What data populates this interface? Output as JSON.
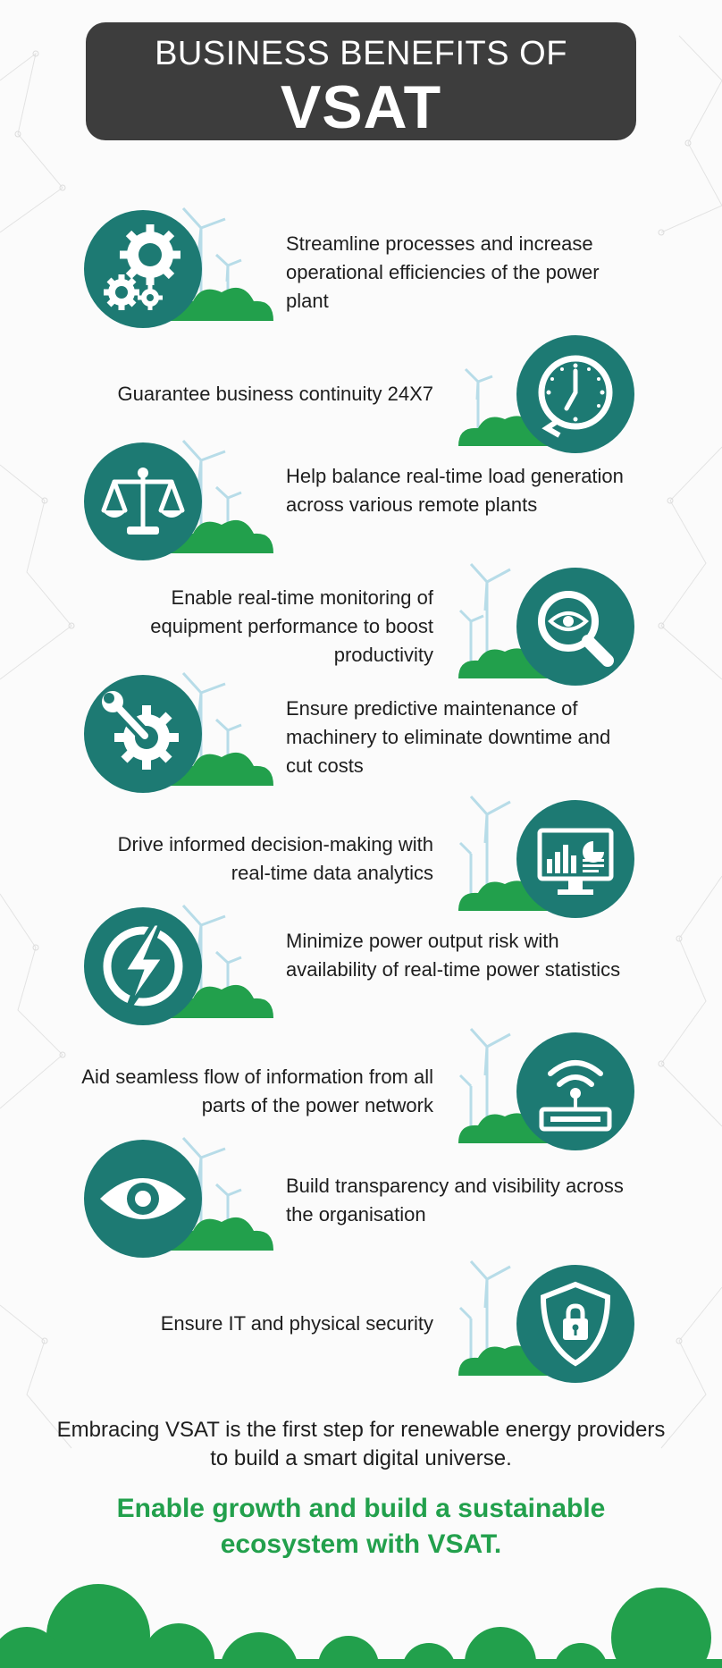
{
  "header": {
    "line1": "BUSINESS BENEFITS OF",
    "line2": "VSAT"
  },
  "colors": {
    "teal": "#1d7a73",
    "green": "#22a04c",
    "dark": "#3d3d3d",
    "turbine": "#b7dce8"
  },
  "benefits": [
    {
      "text": "Streamline processes and increase operational efficiencies of the power plant",
      "icon": "gears-icon",
      "side": "left"
    },
    {
      "text": "Guarantee business continuity 24X7",
      "icon": "clock-icon",
      "side": "right"
    },
    {
      "text": "Help balance real-time load generation across various remote plants",
      "icon": "balance-scale-icon",
      "side": "left"
    },
    {
      "text": "Enable real-time monitoring of equipment performance to boost productivity",
      "icon": "magnifier-eye-icon",
      "side": "right"
    },
    {
      "text": "Ensure predictive maintenance of machinery to eliminate downtime and cut costs",
      "icon": "wrench-gear-icon",
      "side": "left"
    },
    {
      "text": "Drive informed decision-making with real-time data analytics",
      "icon": "analytics-monitor-icon",
      "side": "right"
    },
    {
      "text": "Minimize power output risk with availability of real-time power statistics",
      "icon": "power-bolt-icon",
      "side": "left"
    },
    {
      "text": "Aid seamless flow of information from all parts of the power network",
      "icon": "wifi-router-icon",
      "side": "right"
    },
    {
      "text": "Build transparency and visibility across the organisation",
      "icon": "eye-icon",
      "side": "left"
    },
    {
      "text": "Ensure IT and physical security",
      "icon": "shield-lock-icon",
      "side": "right"
    }
  ],
  "closing": "Embracing VSAT is the first step for renewable energy providers to build a smart digital universe.",
  "cta": "Enable growth and build a sustainable ecosystem with VSAT."
}
